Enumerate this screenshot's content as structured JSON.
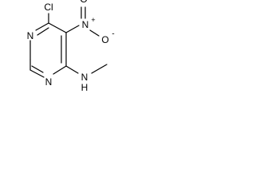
{
  "molecule": {
    "atoms": {
      "cl": "Cl",
      "n_nitro": "N",
      "o_bottom": "O",
      "o_charge": "-",
      "o_top": "O",
      "n_charge": "+",
      "n_ring_top": "N",
      "n_ring_bottom": "N",
      "n_amine": "N",
      "h_amine": "H"
    }
  }
}
